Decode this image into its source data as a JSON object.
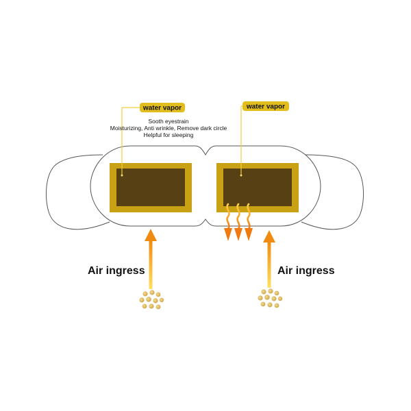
{
  "labels": {
    "left_tag": "water vapor",
    "right_tag": "water vapor",
    "benefits": [
      "Sooth eyestrain",
      "Moisturizing, Anti wrinkle, Remove dark circle",
      "Helpful for sleeping"
    ],
    "air_left": "Air ingress",
    "air_right": "Air ingress"
  },
  "colors": {
    "outline": "#555555",
    "pad_outer": "#c9a114",
    "pad_inner": "#564014",
    "tag_fill": "#e2bd1e",
    "leader_line": "#f0cf3a",
    "arrow_light": "#ffe060",
    "arrow_dark": "#f08a10",
    "particle": "#e2bd5a"
  },
  "icons": [
    "upward-arrow-icon",
    "heat-wave-icon",
    "particle-cluster-icon"
  ]
}
